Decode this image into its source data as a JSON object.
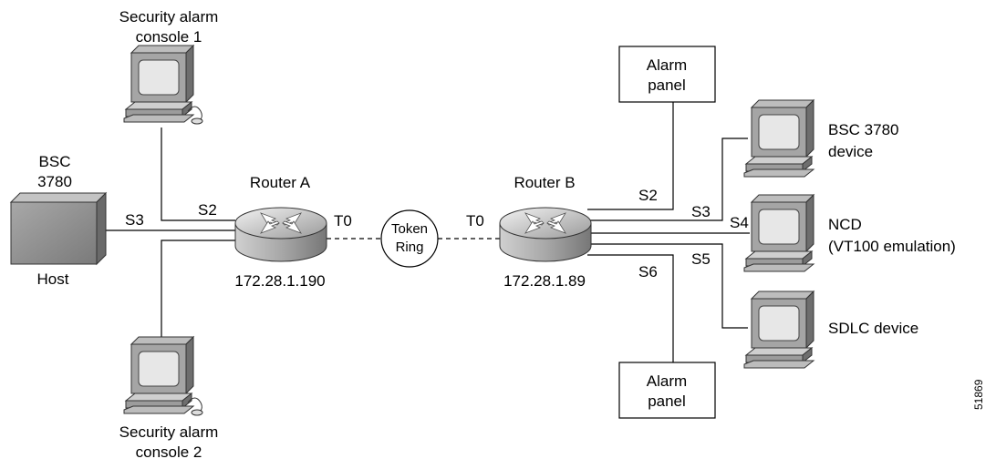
{
  "labels": {
    "console1_line1": "Security alarm",
    "console1_line2": "console 1",
    "console2_line1": "Security alarm",
    "console2_line2": "console 2",
    "bsc_line1": "BSC",
    "bsc_line2": "3780",
    "host": "Host",
    "router_a": "Router A",
    "router_a_ip": "172.28.1.190",
    "router_b": "Router B",
    "router_b_ip": "172.28.1.89",
    "token_line1": "Token",
    "token_line2": "Ring",
    "port_s3_host": "S3",
    "port_s2_a": "S2",
    "port_t0_a": "T0",
    "port_t0_b": "T0",
    "port_s2_b": "S2",
    "port_s3_b": "S3",
    "port_s4_b": "S4",
    "port_s5_b": "S5",
    "port_s6_b": "S6",
    "alarm_top_line1": "Alarm",
    "alarm_top_line2": "panel",
    "alarm_bottom_line1": "Alarm",
    "alarm_bottom_line2": "panel",
    "bsc_device_line1": "BSC 3780",
    "bsc_device_line2": "device",
    "ncd_line1": "NCD",
    "ncd_line2": "(VT100 emulation)",
    "sdlc_device": "SDLC device",
    "figure_id": "51869"
  }
}
